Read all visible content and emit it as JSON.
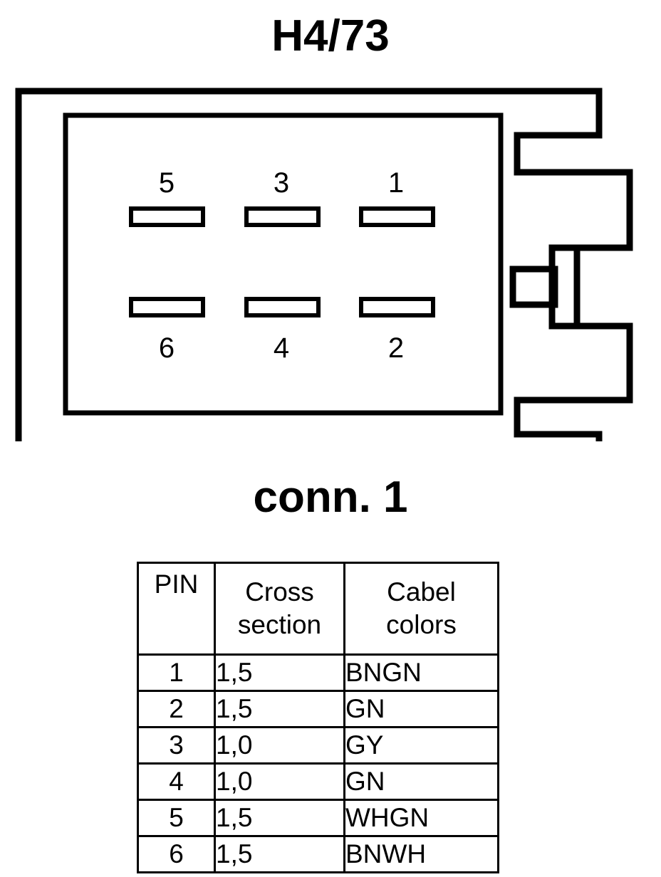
{
  "connector": {
    "title": "H4/73",
    "caption": "conn. 1",
    "pins": {
      "top_row": [
        "5",
        "3",
        "1"
      ],
      "bottom_row": [
        "6",
        "4",
        "2"
      ]
    }
  },
  "table": {
    "headers": {
      "pin": "PIN",
      "cross_section_line1": "Cross",
      "cross_section_line2": "section",
      "cable_colors_line1": "Cabel",
      "cable_colors_line2": "colors"
    },
    "rows": [
      {
        "pin": "1",
        "cross_section": "1,5",
        "cable_colors": "BNGN"
      },
      {
        "pin": "2",
        "cross_section": "1,5",
        "cable_colors": "GN"
      },
      {
        "pin": "3",
        "cross_section": "1,0",
        "cable_colors": "GY"
      },
      {
        "pin": "4",
        "cross_section": "1,0",
        "cable_colors": "GN"
      },
      {
        "pin": "5",
        "cross_section": "1,5",
        "cable_colors": "WHGN"
      },
      {
        "pin": "6",
        "cross_section": "1,5",
        "cable_colors": "BNWH"
      }
    ]
  },
  "colors": {
    "ink": "#000000",
    "paper": "#ffffff"
  }
}
